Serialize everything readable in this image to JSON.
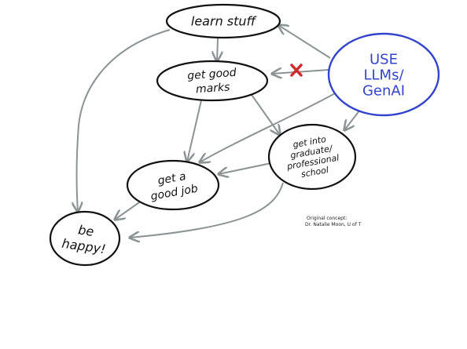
{
  "colors": {
    "node_outline": "#111111",
    "accent": "#3344cc",
    "edge": "#8c9393",
    "blocked_mark": "#d12a2a",
    "background": "#ffffff"
  },
  "nodes": {
    "learn_stuff": {
      "lines": [
        "learn stuff"
      ]
    },
    "get_good_marks": {
      "lines": [
        "get good",
        "marks"
      ]
    },
    "use_llms": {
      "lines": [
        "USE",
        "LLMs/",
        "GenAI"
      ]
    },
    "get_a_good_job": {
      "lines": [
        "get a",
        "good job"
      ]
    },
    "graduate_school": {
      "lines": [
        "get into",
        "graduate/",
        "professional",
        "school"
      ]
    },
    "be_happy": {
      "lines": [
        "be",
        "happy!"
      ]
    }
  },
  "edges": [
    {
      "from": "use_llms",
      "to": "learn_stuff",
      "blocked": false
    },
    {
      "from": "use_llms",
      "to": "get_good_marks",
      "blocked": true
    },
    {
      "from": "use_llms",
      "to": "get_a_good_job",
      "blocked": false
    },
    {
      "from": "use_llms",
      "to": "graduate_school",
      "blocked": false
    },
    {
      "from": "learn_stuff",
      "to": "get_good_marks",
      "blocked": false
    },
    {
      "from": "learn_stuff",
      "to": "be_happy",
      "blocked": false
    },
    {
      "from": "get_good_marks",
      "to": "get_a_good_job",
      "blocked": false
    },
    {
      "from": "get_good_marks",
      "to": "graduate_school",
      "blocked": false
    },
    {
      "from": "graduate_school",
      "to": "get_a_good_job",
      "blocked": false
    },
    {
      "from": "graduate_school",
      "to": "be_happy",
      "blocked": false
    },
    {
      "from": "get_a_good_job",
      "to": "be_happy",
      "blocked": false
    }
  ],
  "credit": {
    "line1": "Original concept:",
    "line2": "Dr. Natalie Moon, U of T"
  }
}
